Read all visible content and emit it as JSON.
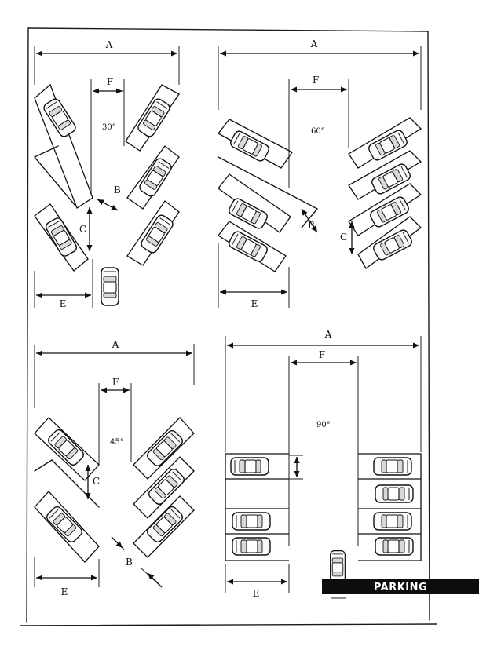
{
  "labels": {
    "a": "A",
    "b": "B",
    "c": "C",
    "e": "E",
    "f": "F"
  },
  "angles": {
    "deg30": "30°",
    "deg45": "45°",
    "deg60": "60°",
    "deg90": "90°"
  },
  "badge": {
    "text": "PARKING",
    "background": "#0d0d0d",
    "color": "#ffffff"
  }
}
